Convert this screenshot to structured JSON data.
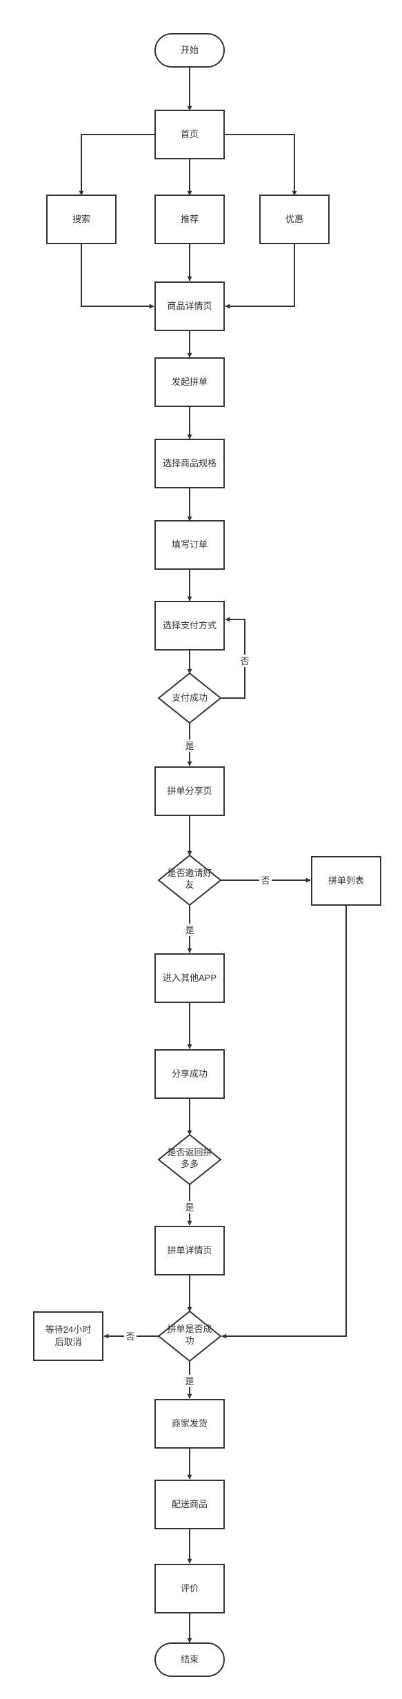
{
  "nodes": {
    "start": "开始",
    "home": "首页",
    "search": "搜索",
    "recommend": "推荐",
    "discount": "优惠",
    "detail": "商品详情页",
    "launch": "发起拼单",
    "spec": "选择商品规格",
    "order": "填写订单",
    "pay_method": "选择支付方式",
    "pay_ok": "支付成功",
    "share_page": "拼单分享页",
    "invite_line1": "是否邀请好",
    "invite_line2": "友",
    "group_list": "拼单列表",
    "other_app": "进入其他APP",
    "share_ok": "分享成功",
    "return_line1": "是否返回拼",
    "return_line2": "多多",
    "group_detail": "拼单详情页",
    "group_ok_line1": "拼单是否成",
    "group_ok_line2": "功",
    "wait_line1": "等待24小时",
    "wait_line2": "后取消",
    "ship": "商家发货",
    "deliver": "配送商品",
    "review": "评价",
    "end": "结束"
  },
  "edge_labels": {
    "pay_no": "否",
    "pay_yes": "是",
    "invite_no": "否",
    "invite_yes": "是",
    "return_yes": "是",
    "group_no": "否",
    "group_yes": "是"
  }
}
